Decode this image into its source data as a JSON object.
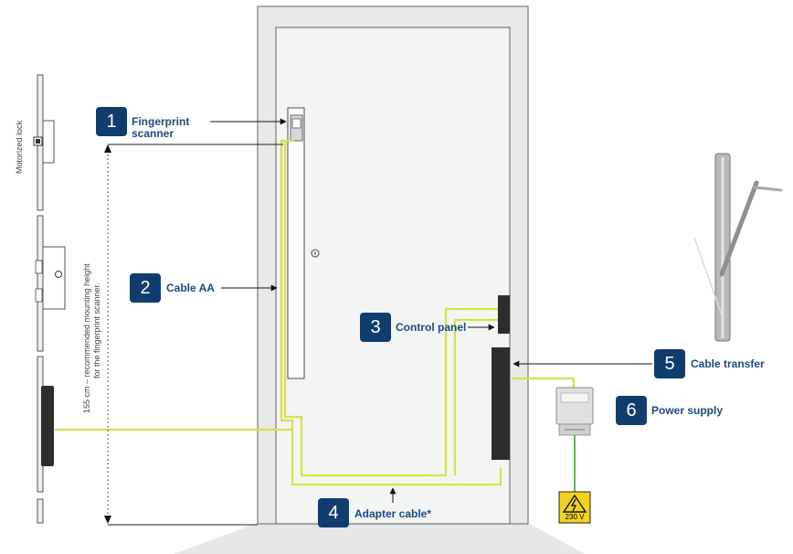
{
  "labels": {
    "fingerprint_scanner": {
      "num": "1",
      "line1": "Fingerprint",
      "line2": "scanner"
    },
    "cable_aa": {
      "num": "2",
      "text": "Cable AA"
    },
    "control_panel": {
      "num": "3",
      "text": "Control panel"
    },
    "adapter_cable": {
      "num": "4",
      "text": "Adapter cable*"
    },
    "cable_transfer": {
      "num": "5",
      "text": "Cable transfer"
    },
    "power_supply": {
      "num": "6",
      "text": "Power supply"
    }
  },
  "side_labels": {
    "motorized_lock": "Motorized lock",
    "height_line1": "155 cm – recommended mounting height",
    "height_line2": "for the fingerprint scanner."
  },
  "warning_sign": {
    "voltage": "230 V"
  },
  "colors": {
    "badge": "#0f3d6e",
    "label_text": "#1d4a7a",
    "cable": "#d8e04a",
    "ground_wire": "#5fb84a",
    "door": "#f2f3f3",
    "frame": "#e8e9e9"
  }
}
